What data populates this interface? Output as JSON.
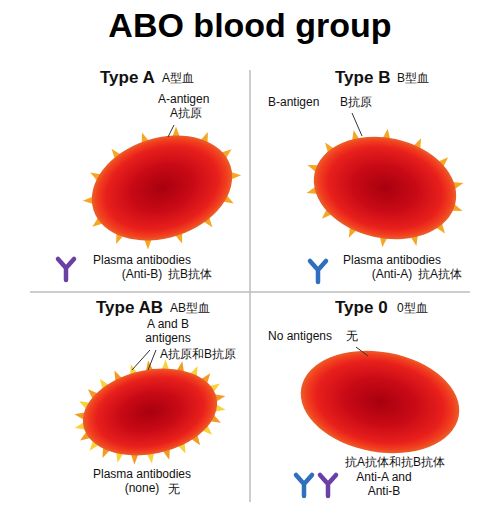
{
  "diagram": {
    "title": "ABO blood group",
    "labels": [
      "Type A",
      "A型血",
      "A-antigen",
      "A抗原",
      "Plasma antibodies (Anti-B)",
      "抗B抗体",
      "Type B",
      "B型血",
      "B-antigen",
      "B抗原",
      "Plasma antibodies (Anti-A)",
      "抗A抗体",
      "Type AB",
      "AB型血",
      "A and B antigens",
      "A抗原和B抗原",
      "Plasma antibodies (none)",
      "无",
      "Type 0",
      "0型血",
      "No antigens",
      "无",
      "抗A抗体和抗B抗体",
      "Anti-A and Anti-B"
    ]
  }
}
